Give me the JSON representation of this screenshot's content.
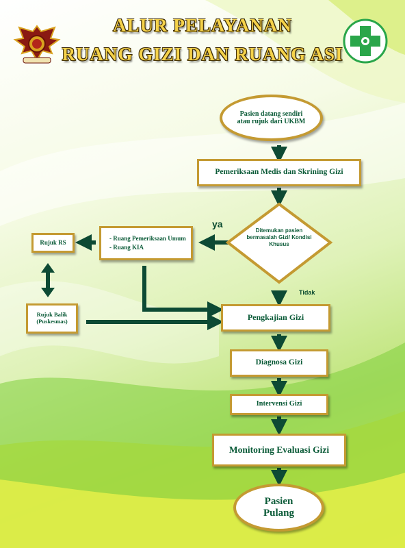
{
  "title": {
    "line1": "ALUR PELAYANAN",
    "line2": "RUANG GIZI DAN RUANG ASI"
  },
  "logos": {
    "left": "garuda-emblem",
    "right": "puskesmas-logo"
  },
  "colors": {
    "box_border": "#c49a32",
    "text": "#0b5b38",
    "arrow": "#0d4a34",
    "title": "#f5d24a",
    "logo_green": "#2aa64a"
  },
  "flow": {
    "start": "Pasien datang sendiri atau rujuk dari UKBM",
    "screening": "Pemeriksaan Medis dan Skrining Gizi",
    "decision": "Ditemukan pasien bermasalah Gizi/ Kondisi Khusus",
    "yes_label": "ya",
    "no_label": "Tidak",
    "referral_items": [
      "- Ruang Pemeriksaan Umum",
      "- Ruang KIA"
    ],
    "rujuk_rs": "Rujuk RS",
    "rujuk_balik": "Rujuk Balik (Puskesmas)",
    "assessment": "Pengkajian Gizi",
    "diagnosis": "Diagnosa Gizi",
    "intervention": "Intervensi Gizi",
    "monitoring": "Monitoring Evaluasi Gizi",
    "end": "Pasien Pulang"
  }
}
